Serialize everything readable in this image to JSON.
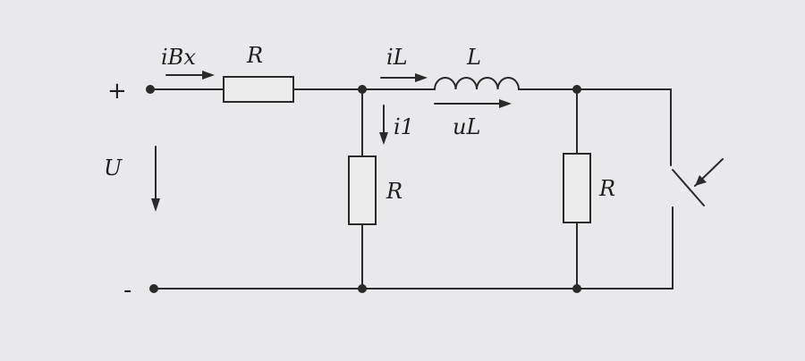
{
  "labels": {
    "plus": "+",
    "minus": "-",
    "source_voltage": "U",
    "input_current": "iBx",
    "resistor_series": "R",
    "current_branch": "i1",
    "resistor_mid": "R",
    "inductor_current": "iL",
    "inductor": "L",
    "inductor_voltage": "uL",
    "resistor_right": "R"
  }
}
